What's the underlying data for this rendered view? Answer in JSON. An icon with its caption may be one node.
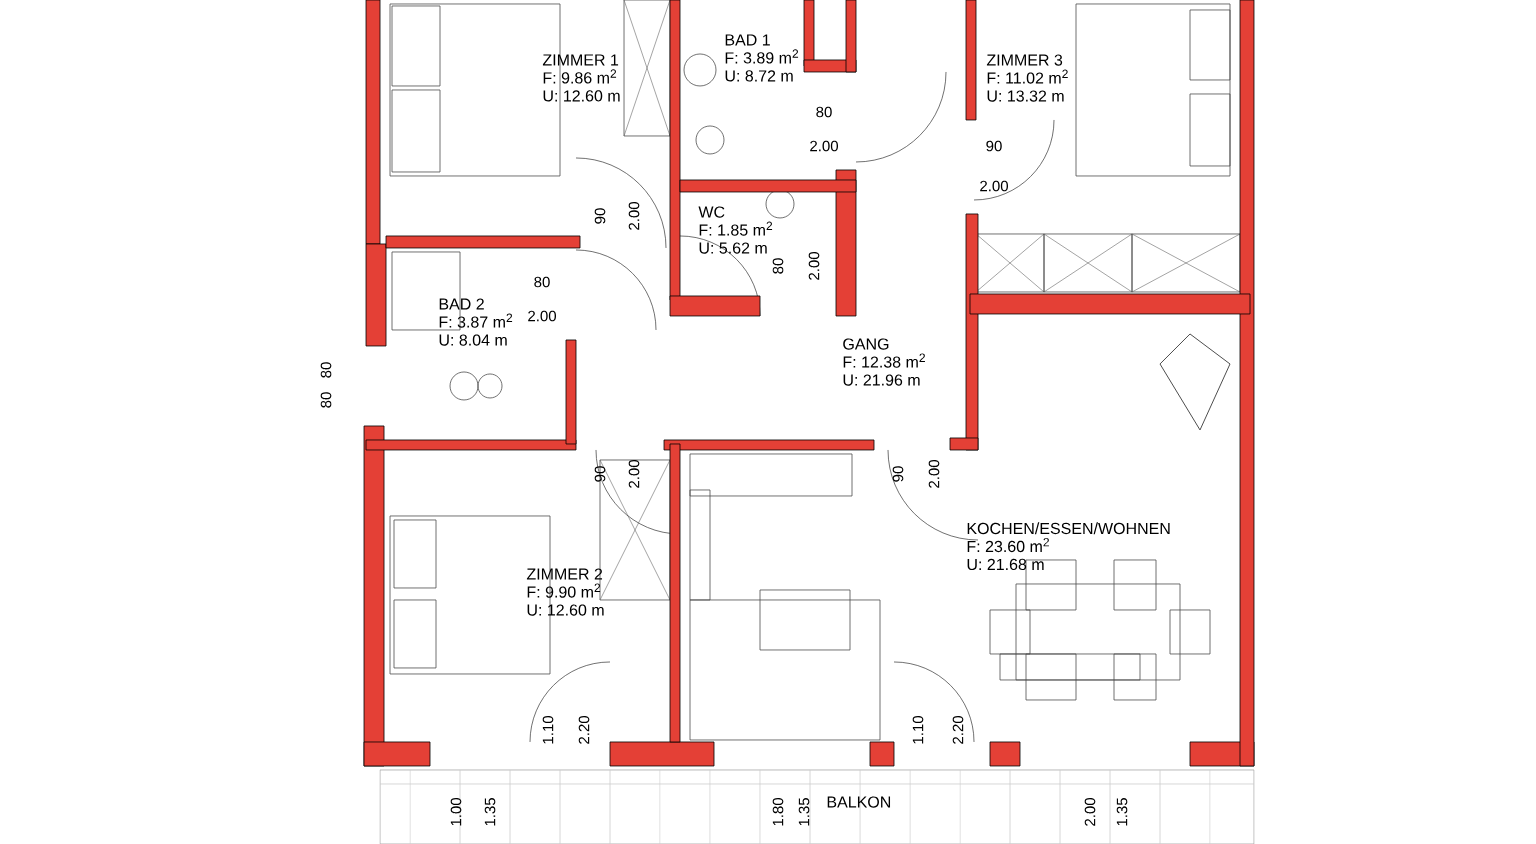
{
  "diagram": {
    "nodes": [
      {
        "text": [
          "ZIMMER 1",
          "F: 9.86 m$^{2}$",
          "U: 12.60 m"
        ]
      },
      {
        "text": [
          "BAD 1",
          "F: 3.89 m$^{2}$",
          "U: 8.72 m"
        ]
      },
      {
        "text": [
          "ZIMMER 3",
          "F: 11.02 m$^{2}$",
          "U: 13.32 m"
        ]
      },
      {
        "text": [
          "WC",
          "F: 1.85 m$^{2}$",
          "U: 5.62 m"
        ]
      },
      {
        "text": [
          "BAD 2",
          "F: 3.87 m$^{2}$",
          "U: 8.04 m"
        ]
      },
      {
        "text": [
          "GANG",
          "F: 12.38 m$^{2}$",
          "U: 21.96 m"
        ]
      },
      {
        "text": [
          "ZIMMER 2",
          "F: 9.90 m$^{2}$",
          "U: 12.60 m"
        ]
      },
      {
        "text": [
          "KOCHEN/ESSEN/WOHNEN",
          "F: 23.60 m$^{2}$",
          "U: 21.68 m"
        ]
      },
      {
        "text": [
          "BALKON"
        ]
      }
    ],
    "labels": [
      "80",
      "2.00",
      "90",
      "2.00",
      "90",
      "2.00",
      "80",
      "2.00",
      "80",
      "2.00",
      "80",
      "80",
      "90",
      "2.00",
      "90",
      "2.00",
      "1.10",
      "2.20",
      "1.10",
      "2.20",
      "1.00",
      "1.35",
      "1.80",
      "1.35",
      "2.00",
      "1.35"
    ]
  }
}
